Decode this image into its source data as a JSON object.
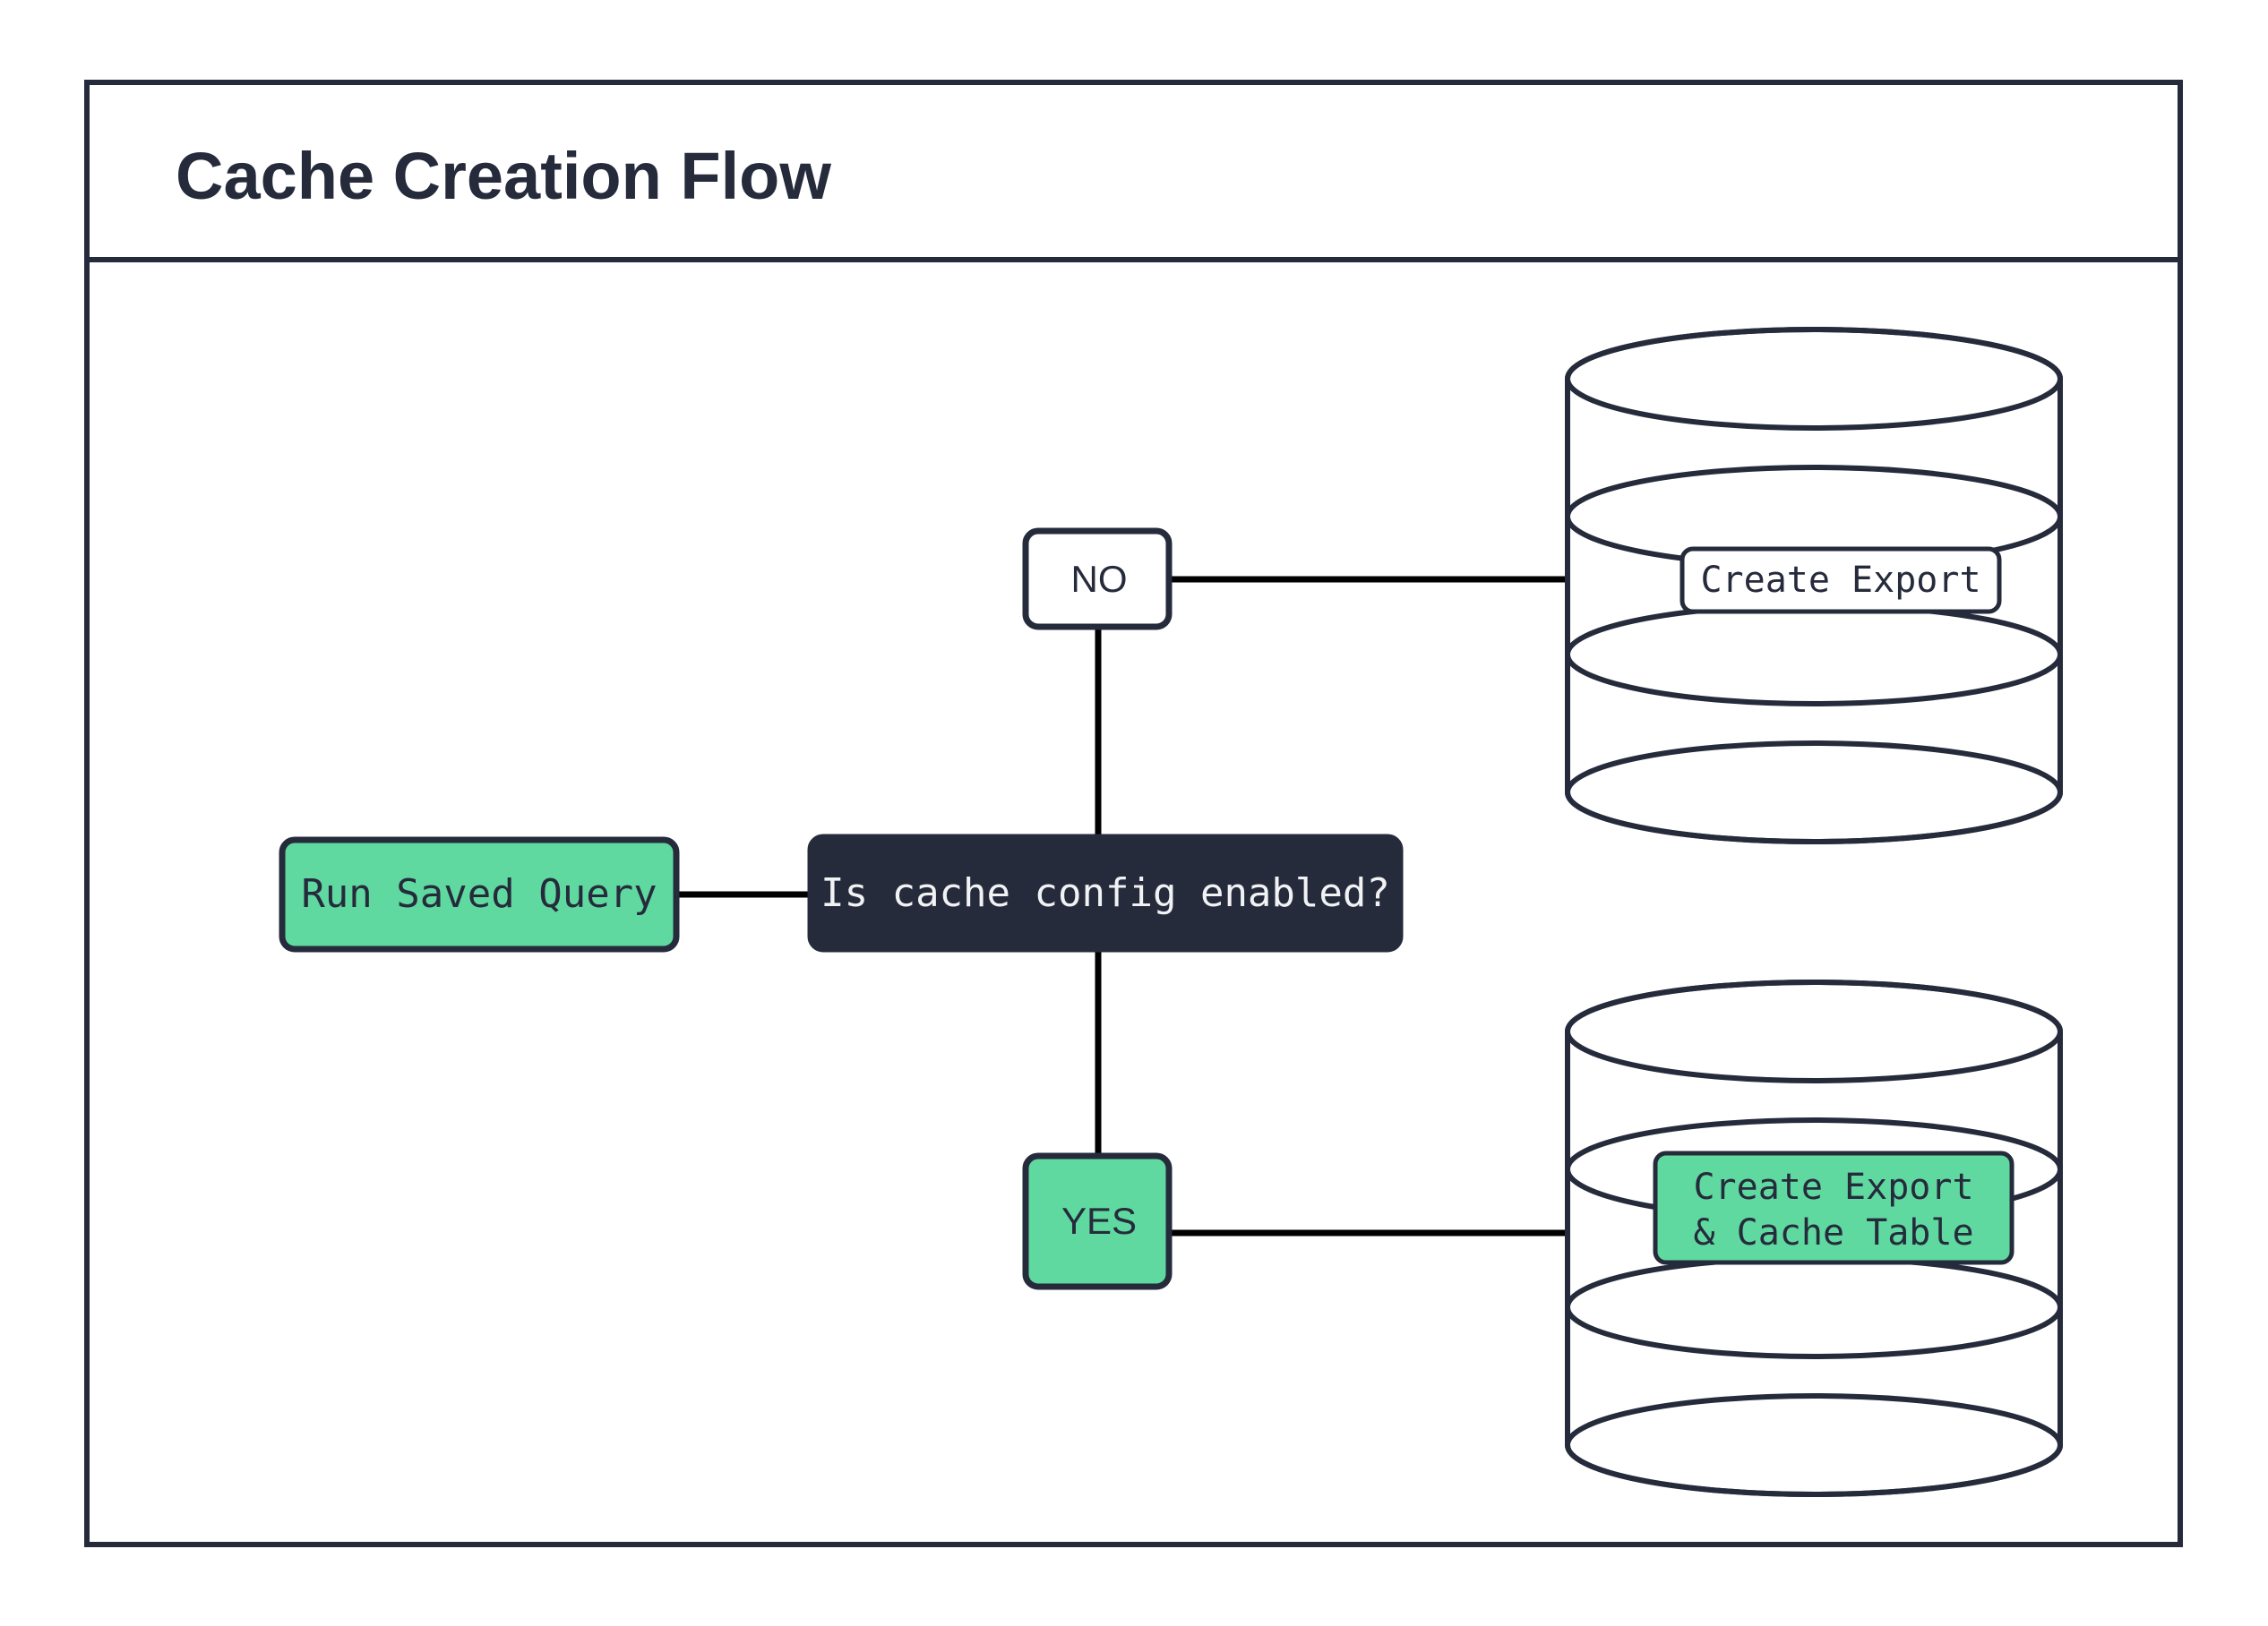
{
  "diagram": {
    "title": "Cache Creation Flow",
    "type": "flowchart",
    "colors": {
      "ink": "#262B3C",
      "accent_green": "#5FD9A0",
      "surface": "#ffffff",
      "dark_fill": "#262B3C",
      "light_text": "#F1F2F4"
    },
    "nodes": {
      "start": {
        "id": "run-saved-query",
        "label": "Run Saved Query",
        "shape": "rounded-rect",
        "fill": "#5FD9A0",
        "font": "mono"
      },
      "decision": {
        "id": "is-cache-config-enabled",
        "label": "Is cache config enabled?",
        "shape": "rounded-rect",
        "fill": "#262B3C",
        "font": "mono"
      },
      "branch_no": {
        "id": "branch-no",
        "label": "NO",
        "shape": "rounded-rect",
        "fill": "#ffffff",
        "font": "sans"
      },
      "branch_yes": {
        "id": "branch-yes",
        "label": "YES",
        "shape": "rounded-rect",
        "fill": "#5FD9A0",
        "font": "sans"
      },
      "database_top": {
        "id": "database-create-export",
        "shape": "layered-cylinder",
        "layers": 4,
        "label": "Create Export",
        "label_fill": "#ffffff",
        "font": "mono"
      },
      "database_bottom": {
        "id": "database-create-export-and-cache-table",
        "shape": "layered-cylinder",
        "layers": 4,
        "label_line1": "Create Export",
        "label_line2": "& Cache Table",
        "label_fill": "#5FD9A0",
        "font": "mono"
      }
    },
    "edges": [
      {
        "from": "run-saved-query",
        "to": "is-cache-config-enabled",
        "label": ""
      },
      {
        "from": "is-cache-config-enabled",
        "to": "branch-no",
        "label": "NO"
      },
      {
        "from": "is-cache-config-enabled",
        "to": "branch-yes",
        "label": "YES"
      },
      {
        "from": "branch-no",
        "to": "database-create-export",
        "label": ""
      },
      {
        "from": "branch-yes",
        "to": "database-create-export-and-cache-table",
        "label": ""
      }
    ]
  }
}
